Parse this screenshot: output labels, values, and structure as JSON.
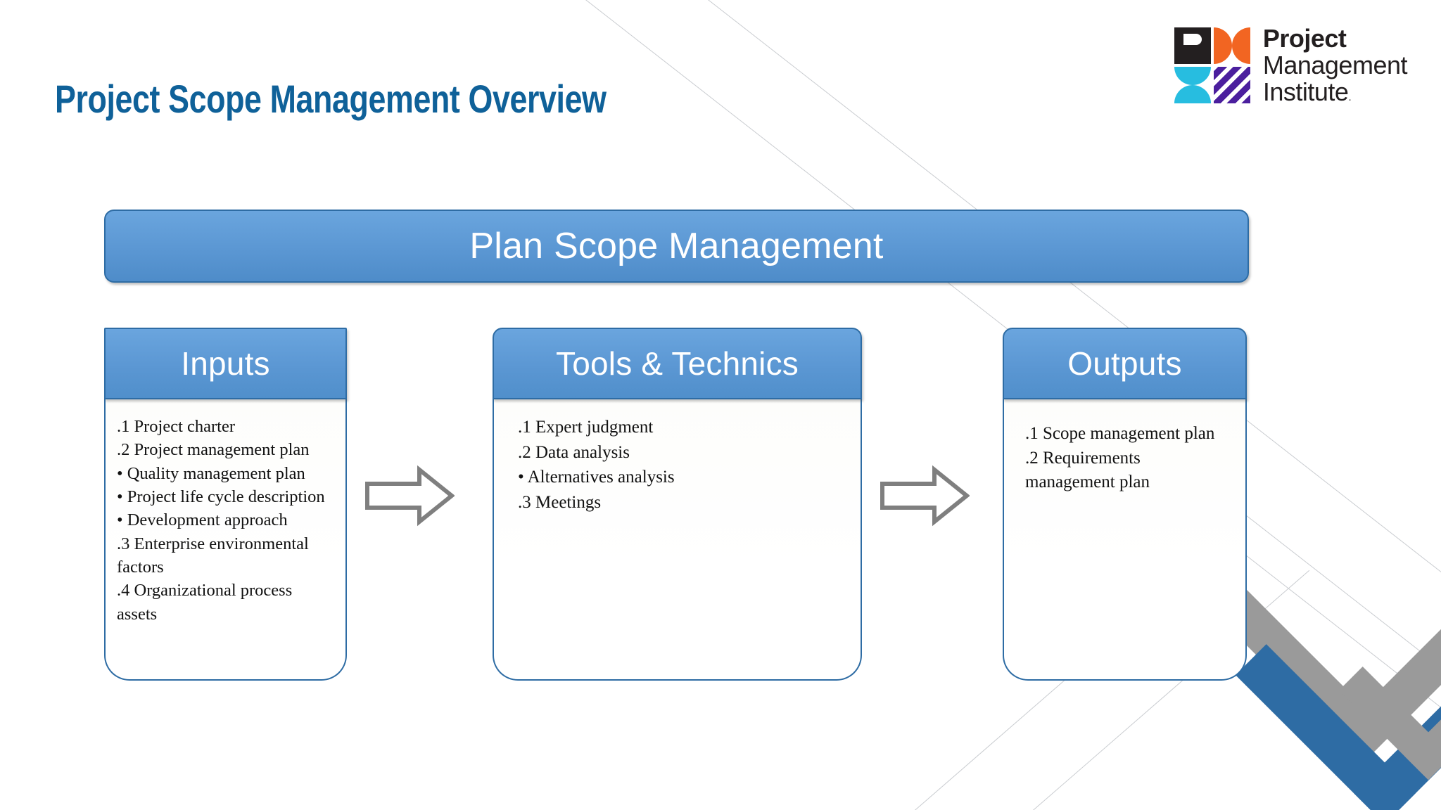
{
  "slide": {
    "title": "Project Scope Management Overview",
    "accent_color": "#0f6199",
    "box_fill_color": "#5B9BD5",
    "box_border_color": "#2E6CA4",
    "arrow_color": "#7F7F7F"
  },
  "logo": {
    "name": "pmi-logo",
    "line1": "Project",
    "line2": "Management",
    "line3": "Institute",
    "registered_mark": ".",
    "colors": {
      "p": "#231F20",
      "orange": "#F26522",
      "cyan": "#27BDE0",
      "purple": "#4B1F9E"
    }
  },
  "process": {
    "banner_label": "Plan Scope Management"
  },
  "columns": [
    {
      "id": "inputs",
      "header": "Inputs",
      "items": [
        ".1 Project charter",
        ".2 Project management plan",
        "• Quality management plan",
        "• Project life cycle description",
        "• Development approach",
        ".3 Enterprise environmental factors",
        ".4 Organizational process assets"
      ]
    },
    {
      "id": "tools",
      "header": "Tools & Technics",
      "items": [
        ".1 Expert judgment",
        ".2 Data analysis",
        "• Alternatives analysis",
        ".3 Meetings"
      ]
    },
    {
      "id": "outputs",
      "header": "Outputs",
      "items": [
        ".1 Scope management plan",
        ".2 Requirements management plan"
      ]
    }
  ],
  "arrows": [
    {
      "id": "arrow-inputs-to-tools",
      "direction": "right"
    },
    {
      "id": "arrow-tools-to-outputs",
      "direction": "right"
    }
  ],
  "decoration": {
    "diagonal_line_color": "#C9CCD0",
    "corner_chevron_gray": "#9A9A9A",
    "corner_chevron_blue": "#2E6CA4"
  }
}
